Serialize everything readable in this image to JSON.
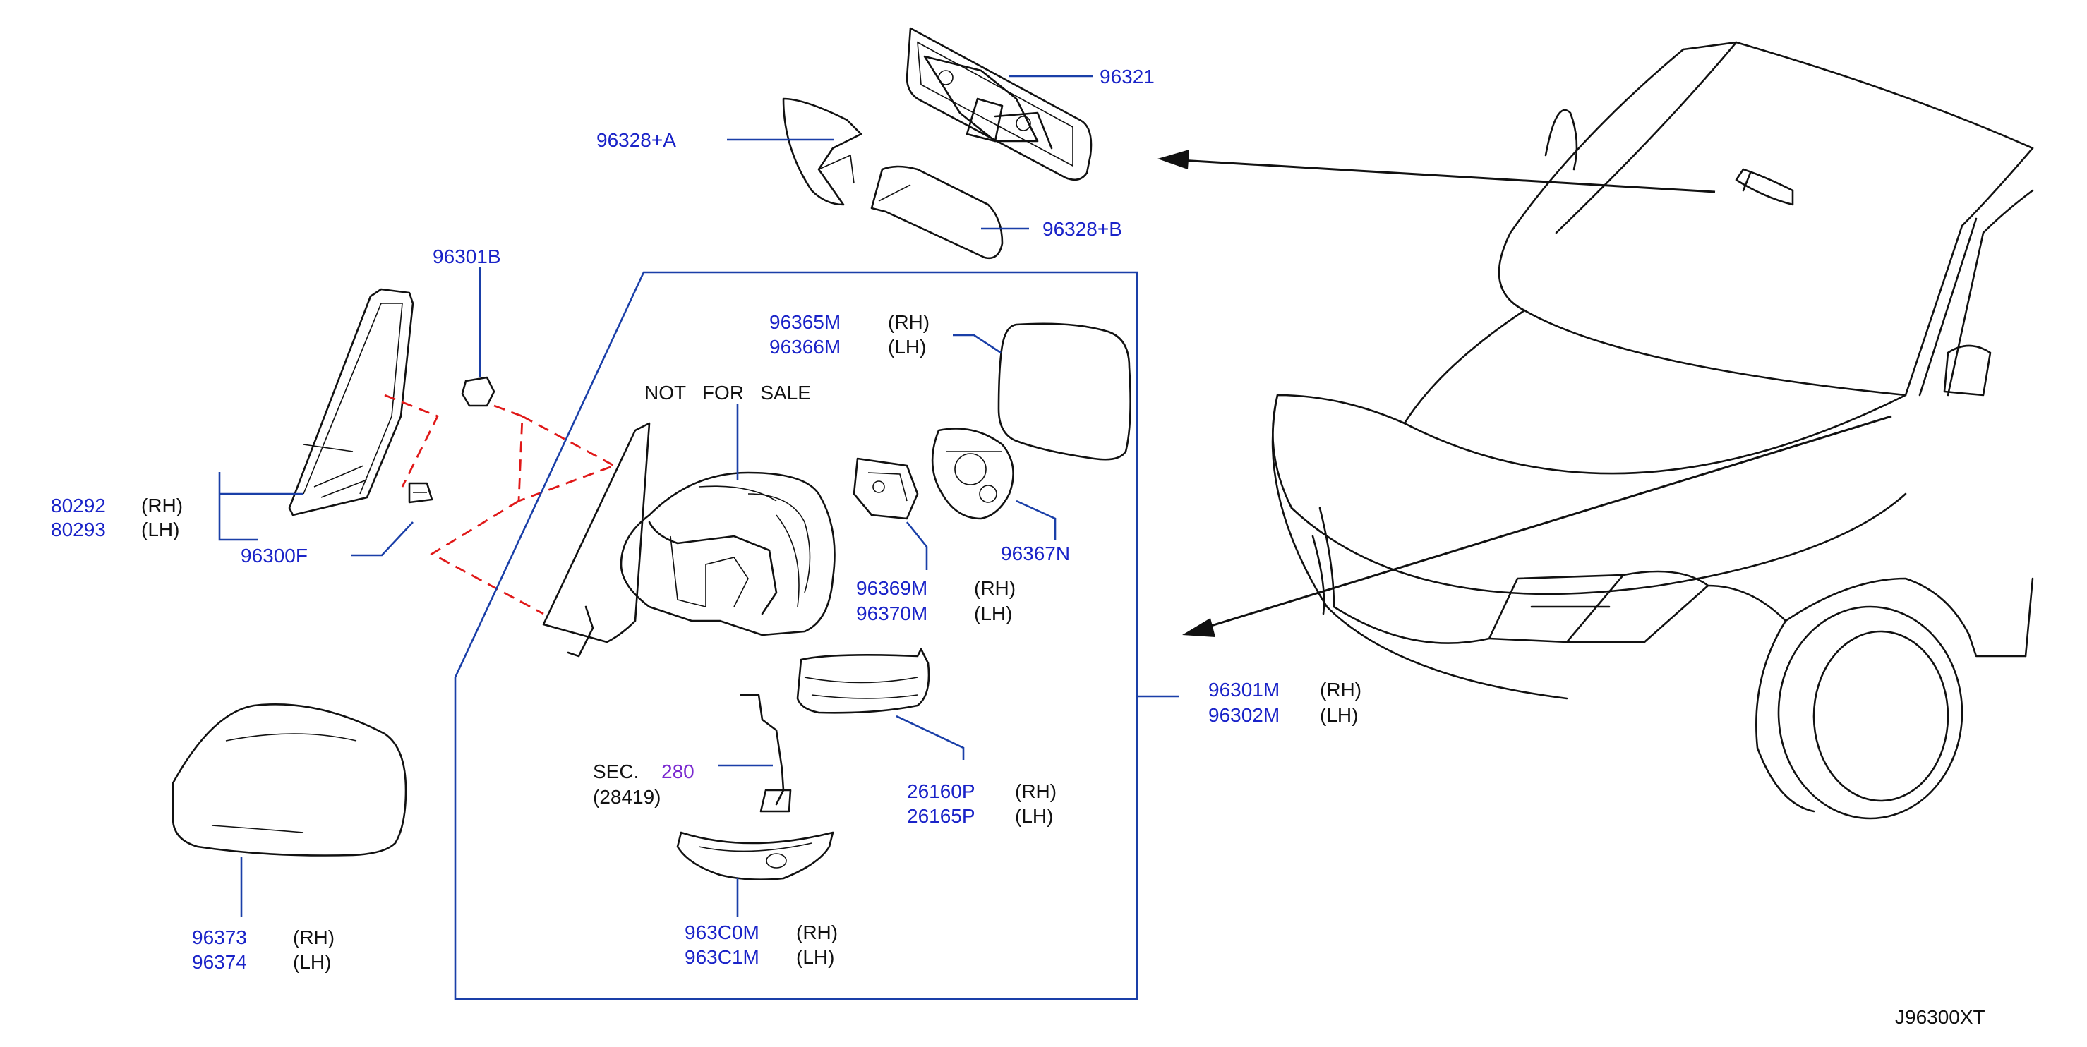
{
  "colors": {
    "part_number": "#1a23c8",
    "section_ref": "#7a2ad0",
    "leader_line": "#1a3fa8",
    "dashed_link": "#e01818",
    "outline": "#111111"
  },
  "parts": {
    "p96321": "96321",
    "p96328A": "96328+A",
    "p96328B": "96328+B",
    "p96301B": "96301B",
    "p80292": "80292",
    "p80293": "80293",
    "p96300F": "96300F",
    "p96365M": "96365M",
    "p96366M": "96366M",
    "p96367N": "96367N",
    "p96369M": "96369M",
    "p96370M": "96370M",
    "p96301M": "96301M",
    "p96302M": "96302M",
    "p26160P": "26160P",
    "p26165P": "26165P",
    "p963C0M": "963C0M",
    "p963C1M": "963C1M",
    "p96373": "96373",
    "p96374": "96374"
  },
  "sides": {
    "rh": "(RH)",
    "lh": "(LH)"
  },
  "labels": {
    "not_for_sale": "NOT   FOR   SALE",
    "sec_prefix": "SEC.",
    "sec_number": "280",
    "sec_sub": "(28419)",
    "diagram_code": "J96300XT"
  }
}
